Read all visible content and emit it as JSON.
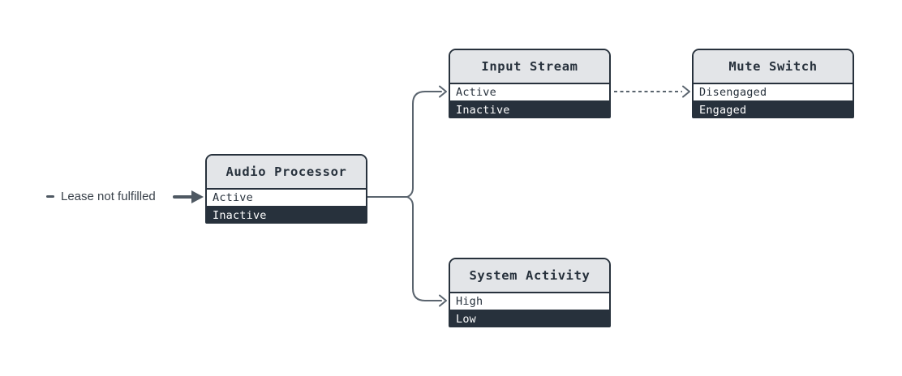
{
  "colors": {
    "ink": "#27313c",
    "header-bg": "#e3e5e8",
    "row-active-bg": "#ffffff",
    "row-inactive-text": "#ffffff",
    "connector": "#5a646e",
    "annotation-accent": "#4e5862",
    "annotation-text": "#39414a"
  },
  "annotation": {
    "label": "Lease not fulfilled",
    "target": "Audio Processor / Active"
  },
  "nodes": [
    {
      "id": "audio-processor",
      "title": "Audio Processor",
      "states": [
        {
          "label": "Active",
          "highlighted": true
        },
        {
          "label": "Inactive",
          "highlighted": false
        }
      ]
    },
    {
      "id": "input-stream",
      "title": "Input Stream",
      "states": [
        {
          "label": "Active",
          "highlighted": true
        },
        {
          "label": "Inactive",
          "highlighted": false
        }
      ]
    },
    {
      "id": "mute-switch",
      "title": "Mute Switch",
      "states": [
        {
          "label": "Disengaged",
          "highlighted": true
        },
        {
          "label": "Engaged",
          "highlighted": false
        }
      ]
    },
    {
      "id": "system-activity",
      "title": "System Activity",
      "states": [
        {
          "label": "High",
          "highlighted": true
        },
        {
          "label": "Low",
          "highlighted": false
        }
      ]
    }
  ],
  "edges": [
    {
      "from": "Audio Processor / Active",
      "to": "Input Stream / Active",
      "style": "solid-arrow"
    },
    {
      "from": "Audio Processor / Active",
      "to": "System Activity / High",
      "style": "solid-arrow"
    },
    {
      "from": "Input Stream / Active",
      "to": "Mute Switch / Disengaged",
      "style": "dashed-arrow"
    },
    {
      "from": "Lease not fulfilled",
      "to": "Audio Processor / Active",
      "style": "thick-solid-arrow"
    }
  ]
}
